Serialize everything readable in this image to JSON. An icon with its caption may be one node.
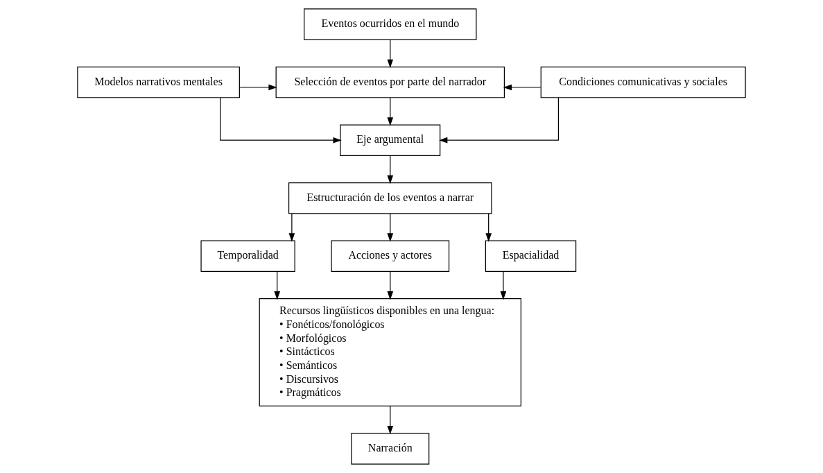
{
  "diagram": {
    "nodes": [
      {
        "text": [
          "Eventos ocurridos en el mundo"
        ]
      },
      {
        "text": [
          "Modelos narrativos mentales"
        ]
      },
      {
        "text": [
          "Selección de eventos por parte del narrador"
        ]
      },
      {
        "text": [
          "Condiciones comunicativas y sociales"
        ]
      },
      {
        "text": [
          "Eje argumental"
        ]
      },
      {
        "text": [
          "Estructuración de los eventos a narrar"
        ]
      },
      {
        "text": [
          "Temporalidad"
        ]
      },
      {
        "text": [
          "Acciones y actores"
        ]
      },
      {
        "text": [
          "Espacialidad"
        ]
      },
      {
        "text": [
          "Recursos lingüísticos disponibles en una lengua:",
          "• Fonéticos/fonológicos",
          "• Morfológicos",
          "• Sintácticos",
          "• Semánticos",
          "• Discursivos",
          "• Pragmáticos"
        ]
      },
      {
        "text": [
          "Narración"
        ]
      }
    ],
    "edges": [
      {
        "from": 0,
        "to": 2,
        "arrow": "to"
      },
      {
        "from": 1,
        "to": 2,
        "arrow": "to"
      },
      {
        "from": 3,
        "to": 2,
        "arrow": "to"
      },
      {
        "from": 1,
        "to": 4,
        "arrow": "to"
      },
      {
        "from": 2,
        "to": 4,
        "arrow": "to"
      },
      {
        "from": 3,
        "to": 4,
        "arrow": "to"
      },
      {
        "from": 4,
        "to": 5,
        "arrow": "to"
      },
      {
        "from": 5,
        "to": 6,
        "arrow": "to"
      },
      {
        "from": 5,
        "to": 7,
        "arrow": "to"
      },
      {
        "from": 5,
        "to": 8,
        "arrow": "to"
      },
      {
        "from": 6,
        "to": 9,
        "arrow": "to"
      },
      {
        "from": 7,
        "to": 9,
        "arrow": "to"
      },
      {
        "from": 8,
        "to": 9,
        "arrow": "to"
      },
      {
        "from": 9,
        "to": 10,
        "arrow": "to"
      }
    ]
  }
}
